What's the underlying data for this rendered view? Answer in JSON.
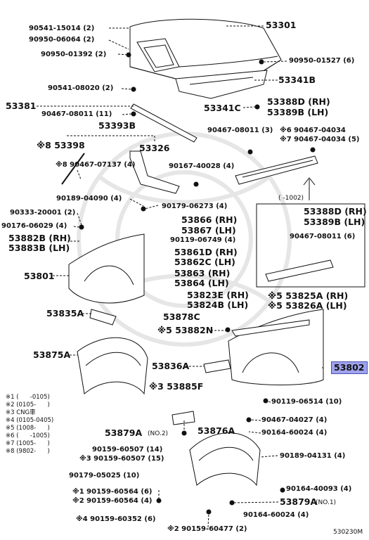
{
  "figure_id": "530230M",
  "labels": {
    "p53301": "53301",
    "p90541_15014": "90541-15014 (2)",
    "p90950_06064": "90950-06064 (2)",
    "p90950_01392": "90950-01392 (2)",
    "p90950_01527": "90950-01527 (6)",
    "p53341B": "53341B",
    "p90541_08020": "90541-08020 (2)",
    "p53381": "53381",
    "p53341C": "53341C",
    "p90467_08011a": "90467-08011 (11)",
    "p53388D_top": "53388D (RH)",
    "p53389B_top": "53389B (LH)",
    "p53393B": "53393B",
    "p90467_08011b": "90467-08011 (3)",
    "p90467_04034a": "※6 90467-04034",
    "p90467_04034b": "※7 90467-04034 (5)",
    "p53398": "※8 53398",
    "p53326": "53326",
    "p90467_07137": "※8 90467-07137 (4)",
    "p90167_40028": "90167-40028 (4)",
    "p1002": "(   -1002)",
    "p90189_04090": "90189-04090 (4)",
    "p90179_06273": "90179-06273 (4)",
    "p53388D_box": "53388D (RH)",
    "p53389B_box": "53389B (LH)",
    "p90333_20001": "90333-20001 (2)",
    "p90176_06029": "90176-06029 (4)",
    "p53866": "53866 (RH)",
    "p53867": "53867 (LH)",
    "p90467_08011c": "90467-08011 (6)",
    "p53882B": "53882B (RH)",
    "p53883B": "53883B (LH)",
    "p90119_06749": "90119-06749 (4)",
    "p53861D": "53861D (RH)",
    "p53862C": "53862C (LH)",
    "p53801": "53801",
    "p53863": "53863 (RH)",
    "p53864": "53864 (LH)",
    "p53823E": "53823E (RH)",
    "p53824B": "53824B (LH)",
    "p53825A": "※5 53825A (RH)",
    "p53826A": "※5 53826A (LH)",
    "p53835A": "53835A",
    "p53878C": "53878C",
    "p53882N": "※5 53882N",
    "p53875A": "53875A",
    "p53836A": "53836A",
    "p53802": "53802",
    "p53885F": "※3 53885F",
    "p90119_06514": "90119-06514 (10)",
    "p90467_04027": "90467-04027 (4)",
    "p53879A_no2": "53879A",
    "no2": "(NO.2)",
    "p90164_60024a": "90164-60024 (4)",
    "p53876A": "53876A",
    "p90159_60507a": "90159-60507 (14)",
    "p90159_60507b": "※3 90159-60507 (15)",
    "p90189_04131": "90189-04131 (4)",
    "p90179_05025": "90179-05025 (10)",
    "p90159_60564a": "※1 90159-60564 (6)",
    "p90159_60564b": "※2 90159-60564 (4)",
    "p90164_40093": "90164-40093 (4)",
    "p53879A_no1": "53879A",
    "no1": "(NO.1)",
    "p90159_60352": "※4 90159-60352 (6)",
    "p90164_60024b": "90164-60024 (4)",
    "p90159_60477": "※2 90159-60477 (2)"
  },
  "legend": [
    "※1 (      -0105)",
    "※2 (0105-      )",
    "※3 CNG車",
    "※4 (0105-0405)",
    "※5 (1008-      )",
    "※6 (      -1005)",
    "※7 (1005-      )",
    "※8 (9802-      )"
  ],
  "highlight_part": "53802"
}
